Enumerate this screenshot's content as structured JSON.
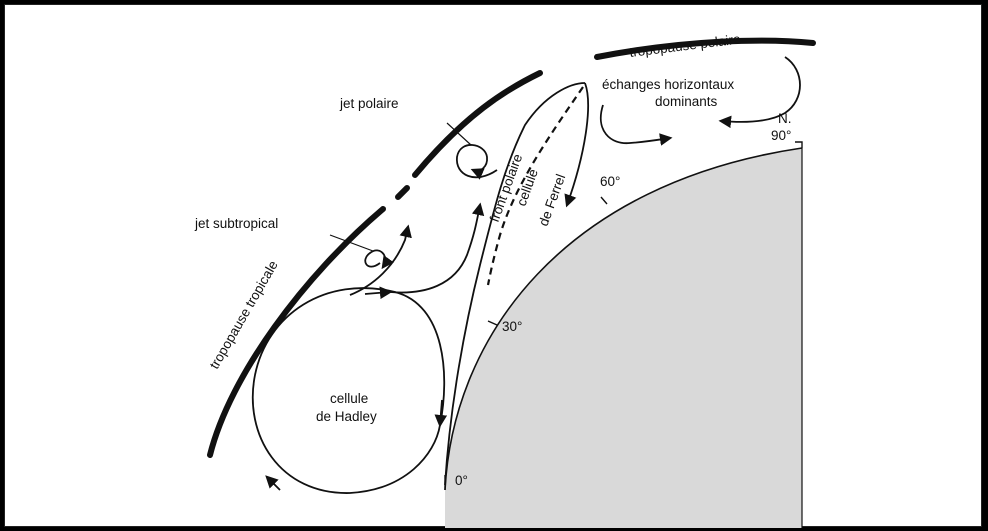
{
  "labels": {
    "tropopause_polaire": "tropopause polaire",
    "echanges_line1": "échanges horizontaux",
    "echanges_line2": "dominants",
    "jet_polaire": "jet polaire",
    "jet_subtropical": "jet subtropical",
    "tropopause_tropicale": "tropopause tropicale",
    "front_polaire": "front polaire",
    "cellule_ferrel_line1": "cellule",
    "cellule_ferrel_line2": "de Ferrel",
    "cellule_hadley_line1": "cellule",
    "cellule_hadley_line2": "de Hadley",
    "lat_north": "N.",
    "lat_90": "90°",
    "lat_60": "60°",
    "lat_30": "30°",
    "lat_0": "0°"
  },
  "colors": {
    "background": "#000000",
    "panel": "#ffffff",
    "earth_fill": "#d9d9d9",
    "ink": "#111111"
  }
}
